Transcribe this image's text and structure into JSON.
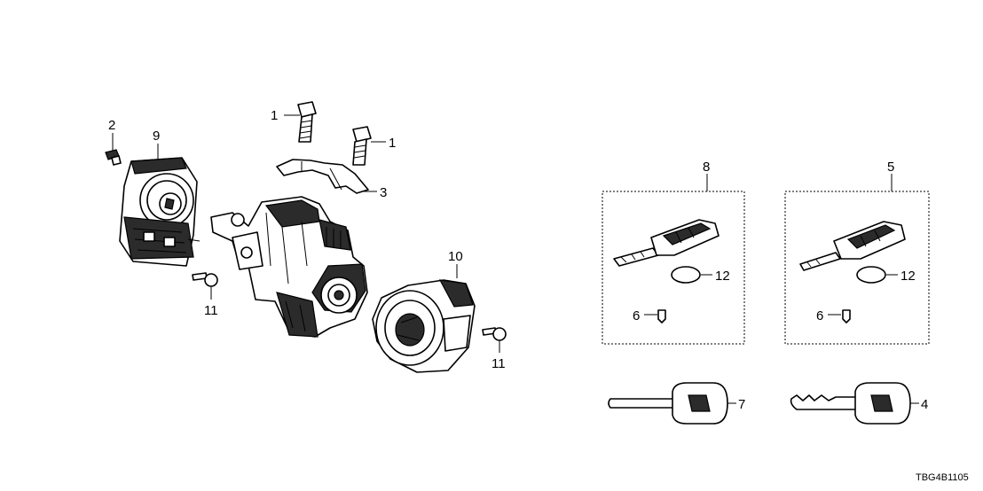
{
  "callouts": {
    "c2": "2",
    "c9": "9",
    "c1a": "1",
    "c1b": "1",
    "c3": "3",
    "c11a": "11",
    "c10": "10",
    "c11b": "11",
    "c8": "8",
    "c5": "5",
    "c12a": "12",
    "c6a": "6",
    "c12b": "12",
    "c6b": "6",
    "c7": "7",
    "c4": "4"
  },
  "diagram_code": "TBG4B1105"
}
